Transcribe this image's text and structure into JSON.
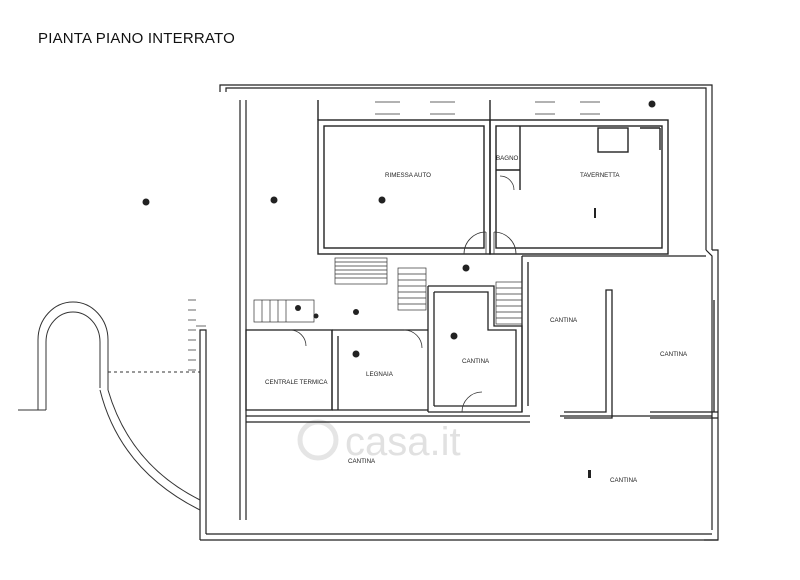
{
  "title": "PIANTA PIANO INTERRATO",
  "rooms": {
    "rimessa_auto": "RIMESSA AUTO",
    "bagno": "BAGNO",
    "tavernetta": "TAVERNETTA",
    "cantina_1": "CANTINA",
    "cantina_2": "CANTINA",
    "cantina_3": "CANTINA",
    "cantina_4": "CANTINA",
    "cantina_5": "CANTINA",
    "centrale_termica": "CENTRALE TERMICA",
    "legnaia": "LEGNAIA"
  },
  "watermark": "casa.it"
}
